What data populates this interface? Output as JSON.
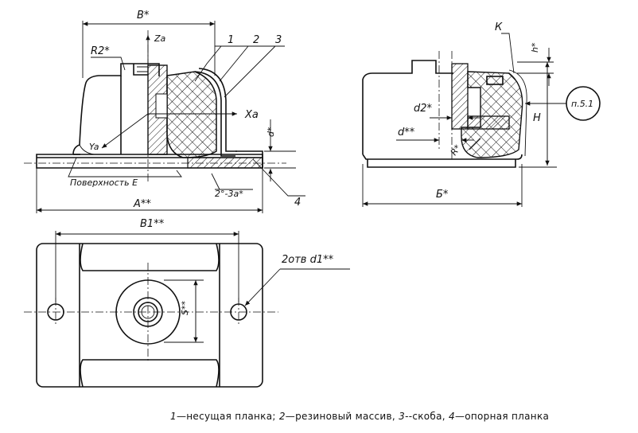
{
  "labels": {
    "dim_b": "В*",
    "za": "Za",
    "r2": "R2*",
    "ref1": "1",
    "ref2": "2",
    "ref3": "3",
    "xa": "Xa",
    "ya": "Ya",
    "surface": "Поверхность Е",
    "d_star": "d*",
    "angle": "2°-3а*",
    "ref4": "4",
    "dim_a": "А**",
    "dim_b1": "B1**",
    "holes": "2отв d1**",
    "s": "S**",
    "k": "К",
    "h_small": "h*",
    "d2": "d2*",
    "d_dbl": "d**",
    "r_star": "R*",
    "h_big": "H",
    "clause": "п.5.1",
    "dim_bsig": "Б*"
  },
  "caption": {
    "n1": "1",
    "t1": "—несущая планка;",
    "n2": "2",
    "t2": "—резиновый массив,",
    "n3": "3",
    "t3": "--скоба,",
    "n4": "4",
    "t4": "—опорная планка"
  }
}
